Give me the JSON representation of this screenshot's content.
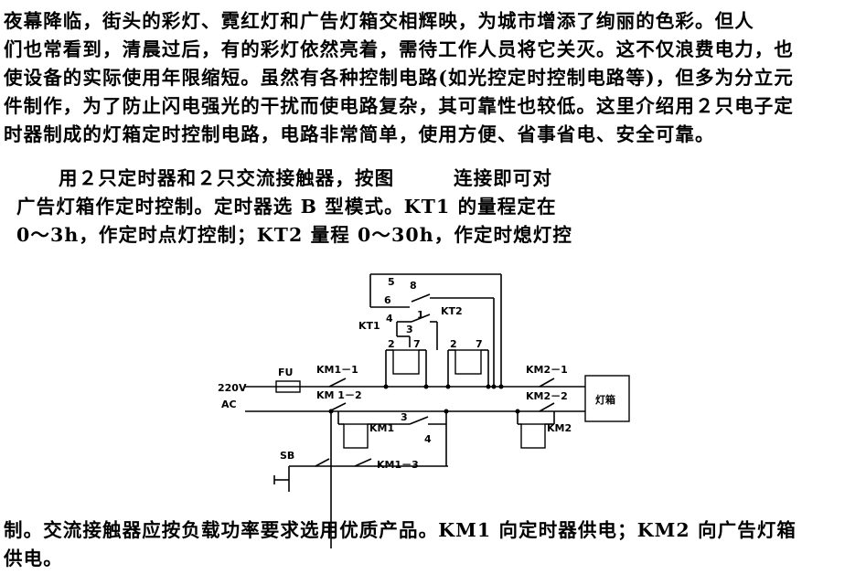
{
  "paragraph1": [
    "夜幕降临，街头的彩灯、霓红灯和广告灯箱交相辉映，为城市增添了绚丽的色彩。但人",
    "们也常看到，清晨过后，有的彩灯依然亮着，需待工作人员将它关灭。这不仅浪费电力，也",
    "使设备的实际使用年限缩短。虽然有各种控制电路(如光控定时控制电路等)，但多为分立元",
    "件制作，为了防止闪电强光的干扰而使电路复杂，其可靠性也较低。这里介绍用２只电子定",
    "时器制成的灯箱定时控制电路，电路非常简单，使用方便、省事省电、安全可靠。"
  ],
  "paragraph2": [
    "用２只定时器和２只交流接触器，按图　　　连接即可对",
    "广告灯箱作定时控制。定时器选 B 型模式。KT1 的量程定在",
    "0～3h，作定时点灯控制；KT2 量程 0～30h，作定时熄灯控"
  ],
  "paragraph3": [
    "制。交流接触器应按负载功率要求选用优质产品。KM1 向定时器供电；KM2 向广告灯箱",
    "供电。"
  ],
  "circuit": {
    "supply_voltage": "220V",
    "supply_type": "AC",
    "fuse": "FU",
    "km1_1": "KM1－1",
    "km1_2": "KM 1－2",
    "km1_3": "KM1－3",
    "km1_coil": "KM1",
    "km2_1": "KM2－1",
    "km2_2": "KM2－2",
    "km2_coil": "KM2",
    "kt1": "KT1",
    "kt2": "KT2",
    "sb": "SB",
    "lamp_box": "灯箱",
    "pin_2": "2",
    "pin_3": "3",
    "pin_4": "4",
    "pin_5": "5",
    "pin_6": "6",
    "pin_7": "7",
    "pin_8": "8",
    "pin_1": "1"
  }
}
